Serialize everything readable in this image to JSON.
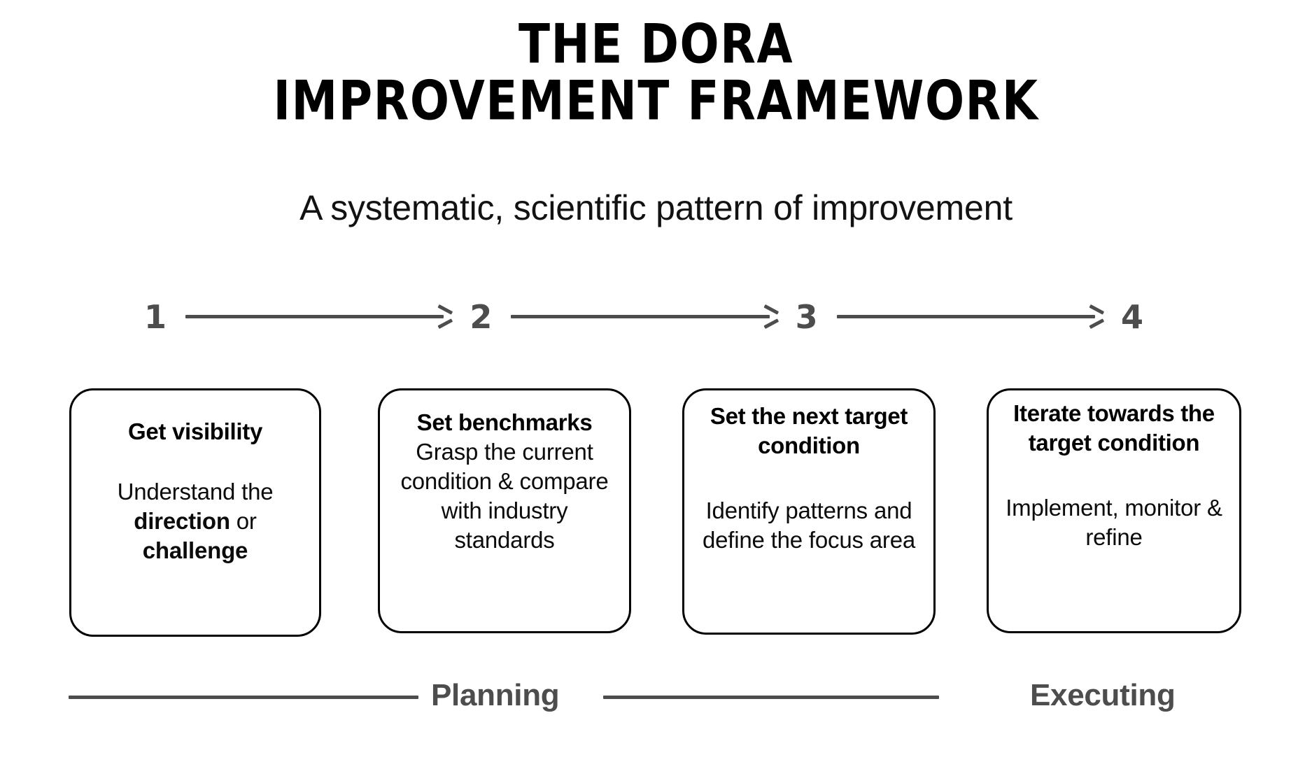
{
  "title": {
    "line1": "THE DORA",
    "line2": "IMPROVEMENT FRAMEWORK"
  },
  "subtitle": "A systematic, scientific pattern of improvement",
  "colors": {
    "text": "#000000",
    "gray": "#4d4d4d",
    "background": "#ffffff",
    "card_border": "#000000"
  },
  "steps": [
    {
      "number": "1"
    },
    {
      "number": "2"
    },
    {
      "number": "3"
    },
    {
      "number": "4"
    }
  ],
  "cards": [
    {
      "heading": "Get visibility",
      "body_prefix": "Understand the ",
      "body_bold_1": "direction",
      "body_mid": " or ",
      "body_bold_2": "challenge",
      "body_suffix": ""
    },
    {
      "heading": "Set benchmarks",
      "body": "Grasp the current condition & compare with industry standards"
    },
    {
      "heading": "Set the next target condition",
      "body": "Identify patterns and define the focus area"
    },
    {
      "heading": "Iterate towards the target condition",
      "body": "Implement, monitor & refine"
    }
  ],
  "phases": {
    "planning": "Planning",
    "executing": "Executing"
  }
}
